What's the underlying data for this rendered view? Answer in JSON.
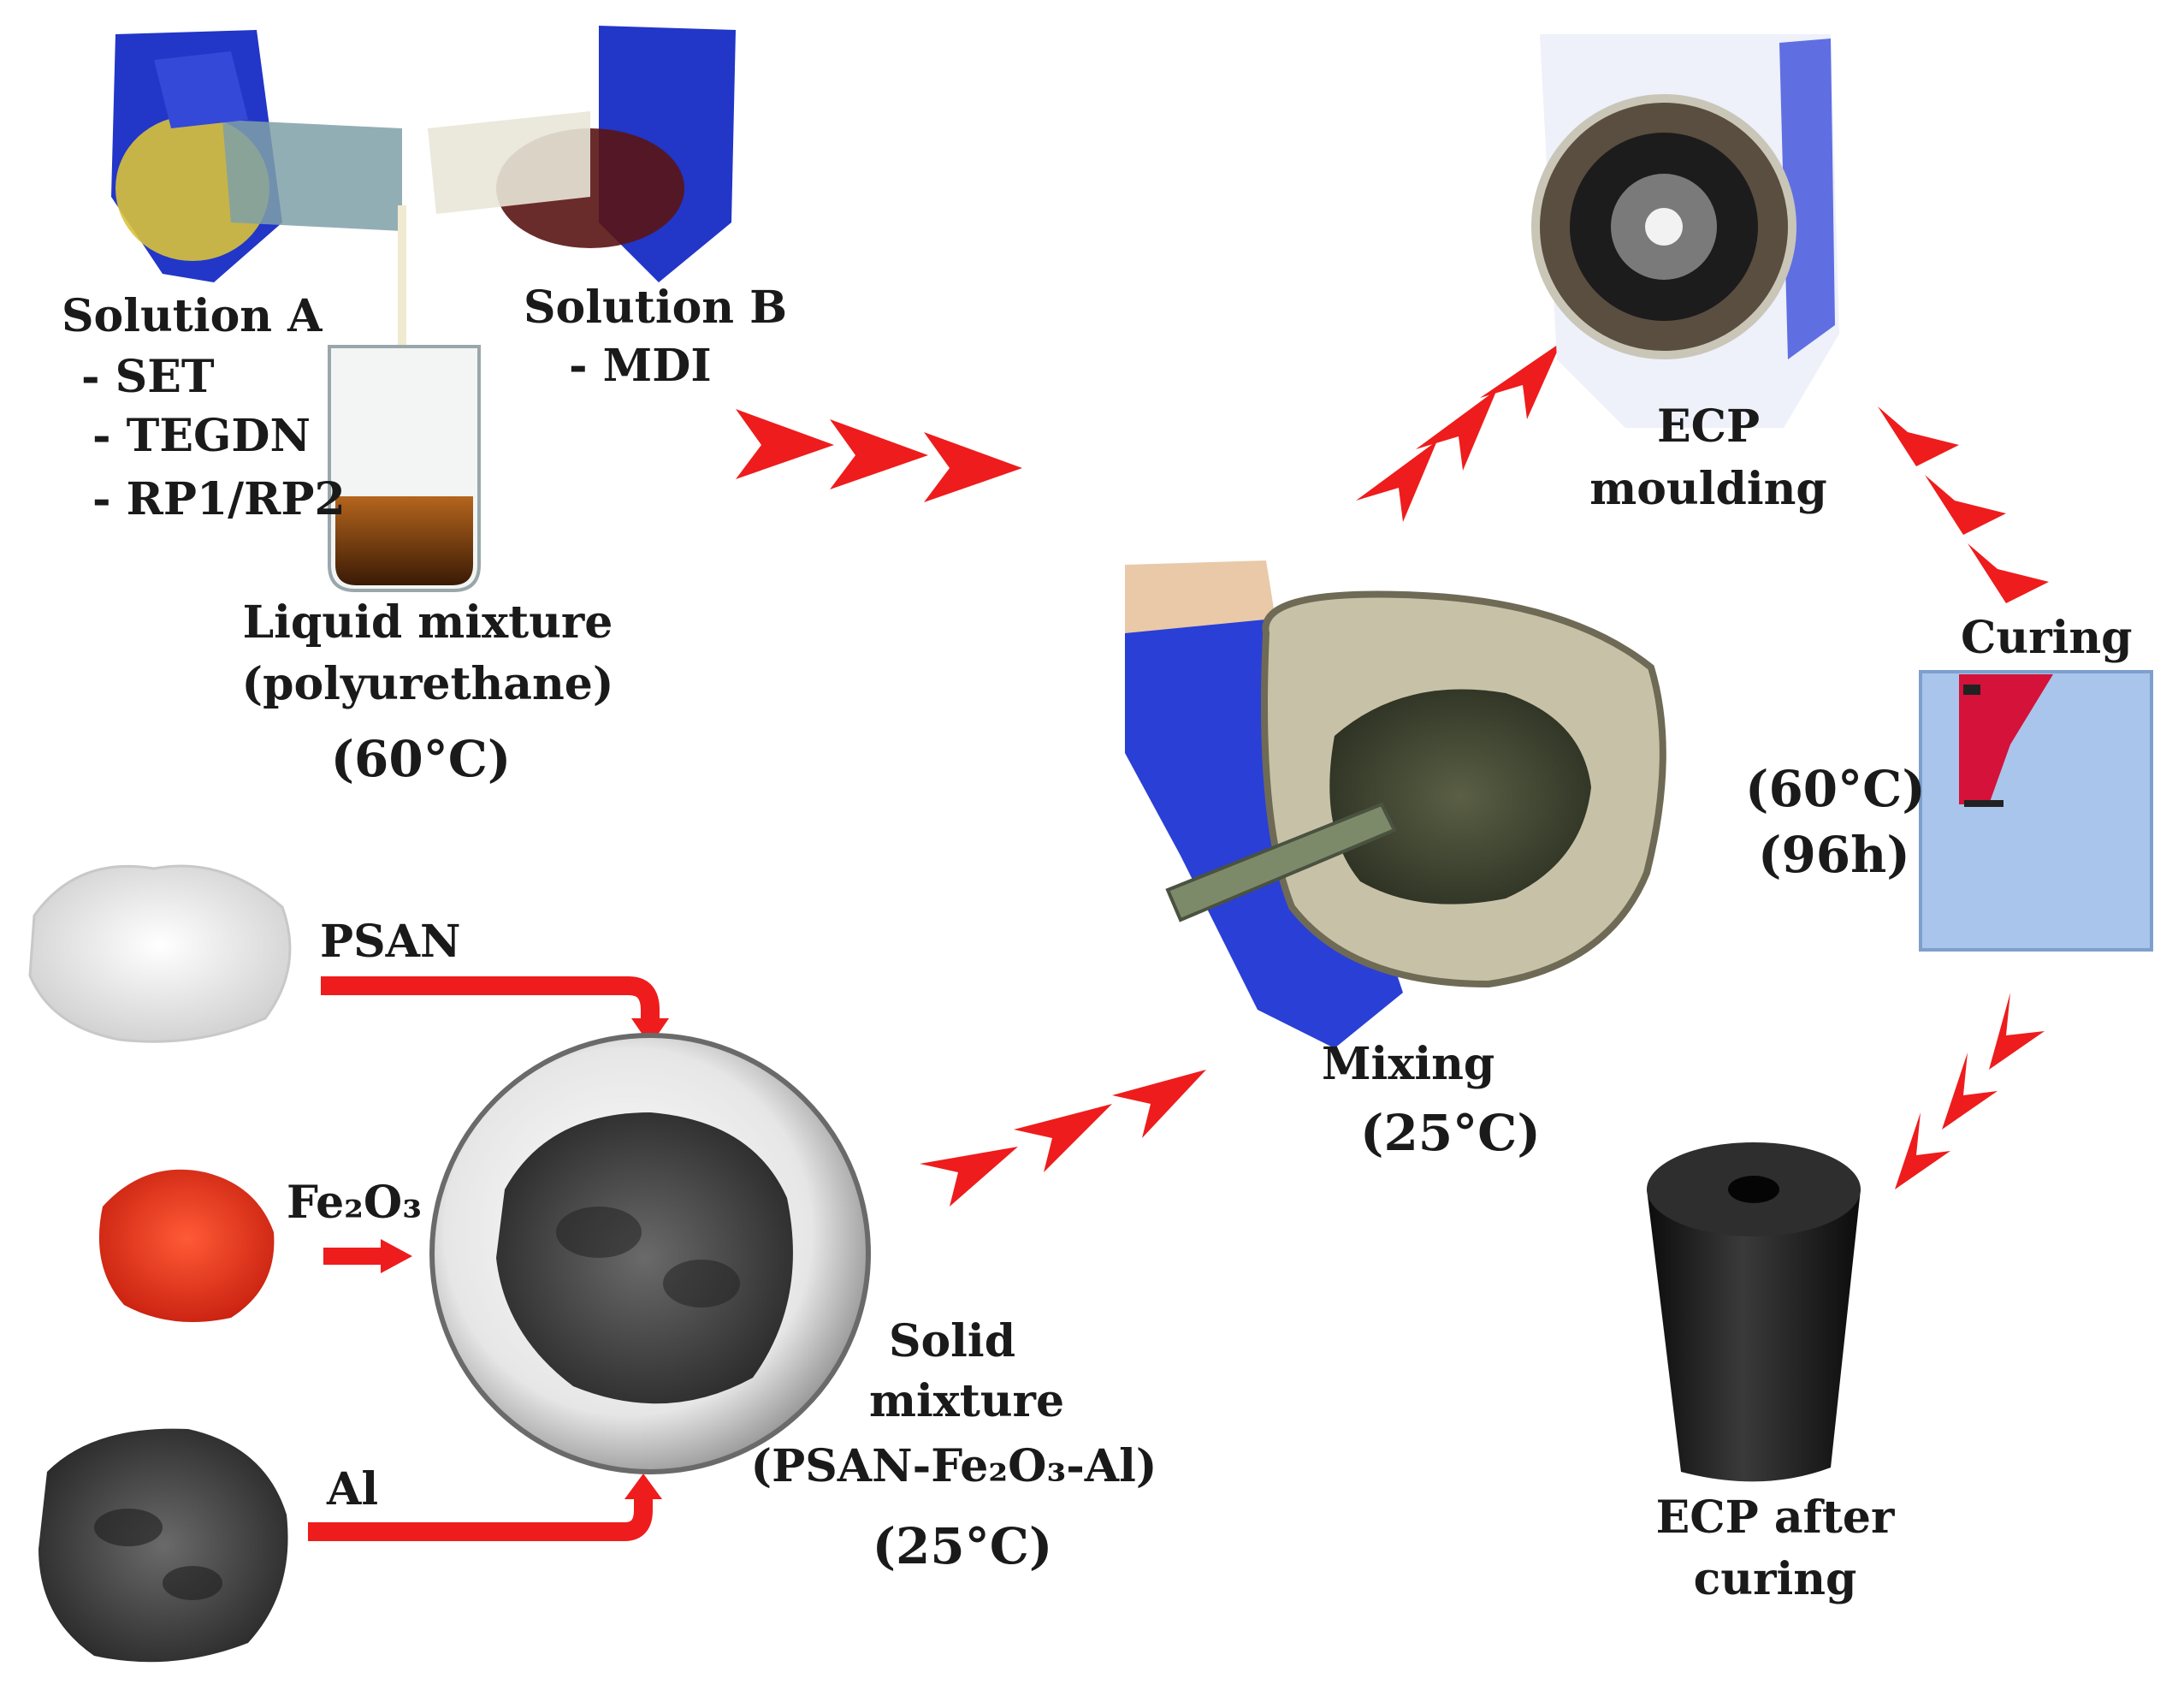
{
  "liquid": {
    "solution_a": "Solution A",
    "solution_a_items": [
      "- SET",
      "- TEGDN",
      "- RP1/RP2"
    ],
    "solution_b": "Solution B",
    "solution_b_items": [
      "- MDI"
    ],
    "mixture_line1": "Liquid mixture",
    "mixture_line2": "(polyurethane)",
    "temperature": "(60°C)"
  },
  "solid": {
    "psan": "PSAN",
    "fe2o3": "Fe₂O₃",
    "al": "Al",
    "mixture_line1": "Solid",
    "mixture_line2": "mixture",
    "mixture_line3": "(PSAN-Fe₂O₃-Al)",
    "temperature": "(25°C)"
  },
  "mixing": {
    "label": "Mixing",
    "temperature": "(25°C)"
  },
  "moulding": {
    "line1": "ECP",
    "line2": "moulding"
  },
  "curing": {
    "label": "Curing",
    "temperature": "(60°C)",
    "duration": "(96h)"
  },
  "after_curing": {
    "line1": "ECP after",
    "line2": "curing"
  },
  "colors": {
    "arrow": "#ee1c1c",
    "glove": "#2a3fd6",
    "oven": "#a9c5ec",
    "oven_panel": "#d4123a",
    "fe2o3_powder": "#e8321e",
    "psan_powder": "#eeeeee",
    "al_powder": "#555555",
    "propellant": "#1b1b1b"
  },
  "icons": [
    "flask-pour-photo",
    "beaker-photo",
    "psan-powder-photo",
    "fe2o3-powder-photo",
    "al-powder-photo",
    "solid-mixture-dish-photo",
    "mixing-beaker-photo",
    "mould-photo",
    "curing-oven-photo",
    "cured-propellant-photo"
  ]
}
